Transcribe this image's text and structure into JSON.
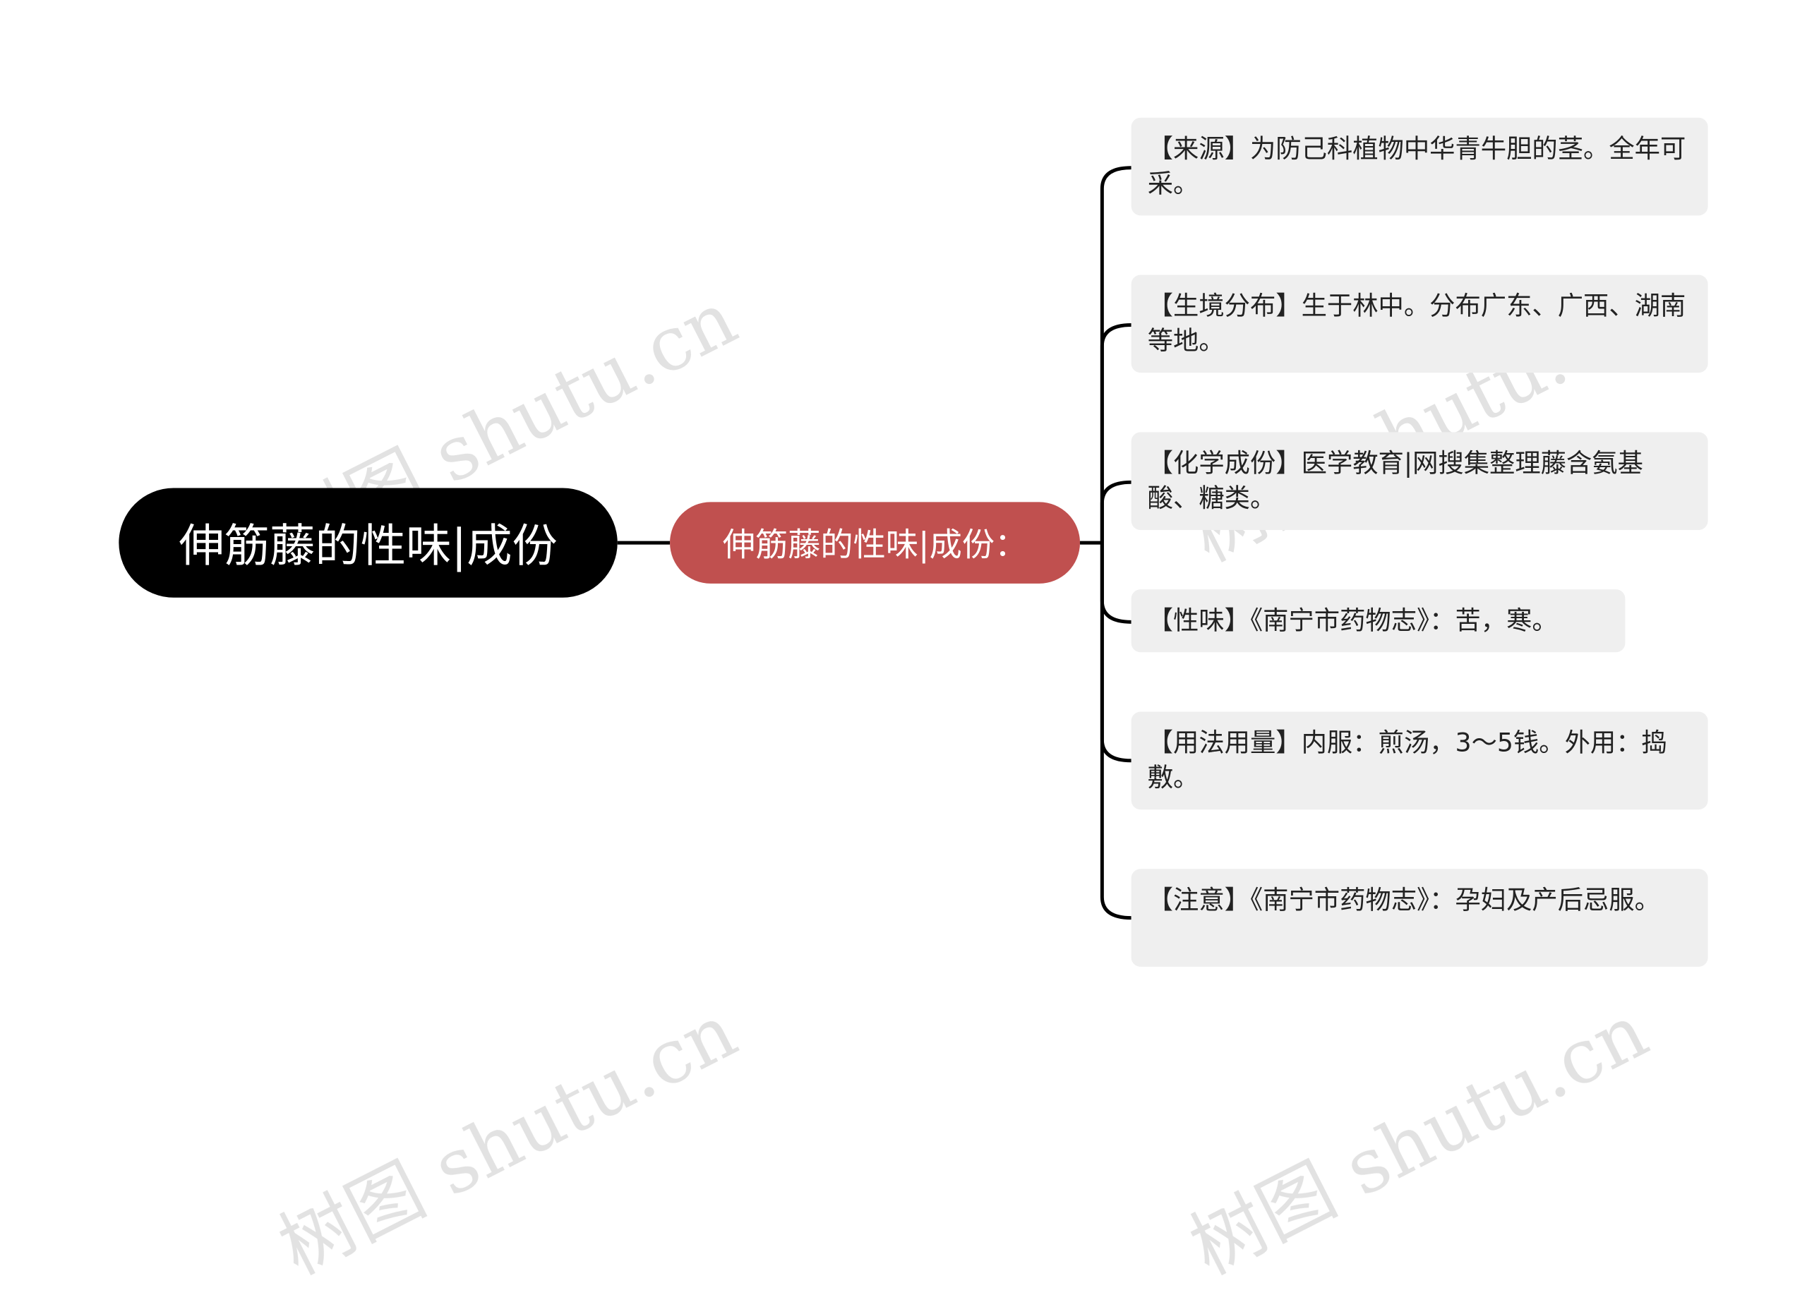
{
  "root": {
    "label": "伸筋藤的性味|成份"
  },
  "branch": {
    "label": "伸筋藤的性味|成份："
  },
  "leaves": [
    {
      "text": "【来源】为防己科植物中华青牛胆的茎。全年可采。"
    },
    {
      "text": "【生境分布】生于林中。分布广东、广西、湖南等地。"
    },
    {
      "text": "【化学成份】医学教育|网搜集整理藤含氨基酸、糖类。"
    },
    {
      "text": "【性味】《南宁市药物志》：苦，寒。"
    },
    {
      "text": "【用法用量】内服：煎汤，3～5钱。外用：捣敷。"
    },
    {
      "text": "【注意】《南宁市药物志》：孕妇及产后忌服。"
    }
  ],
  "watermark": {
    "text": "树图 shutu.cn"
  },
  "colors": {
    "root_bg": "#000000",
    "branch_bg": "#c0504f",
    "leaf_bg": "#efefef",
    "line": "#000000"
  }
}
